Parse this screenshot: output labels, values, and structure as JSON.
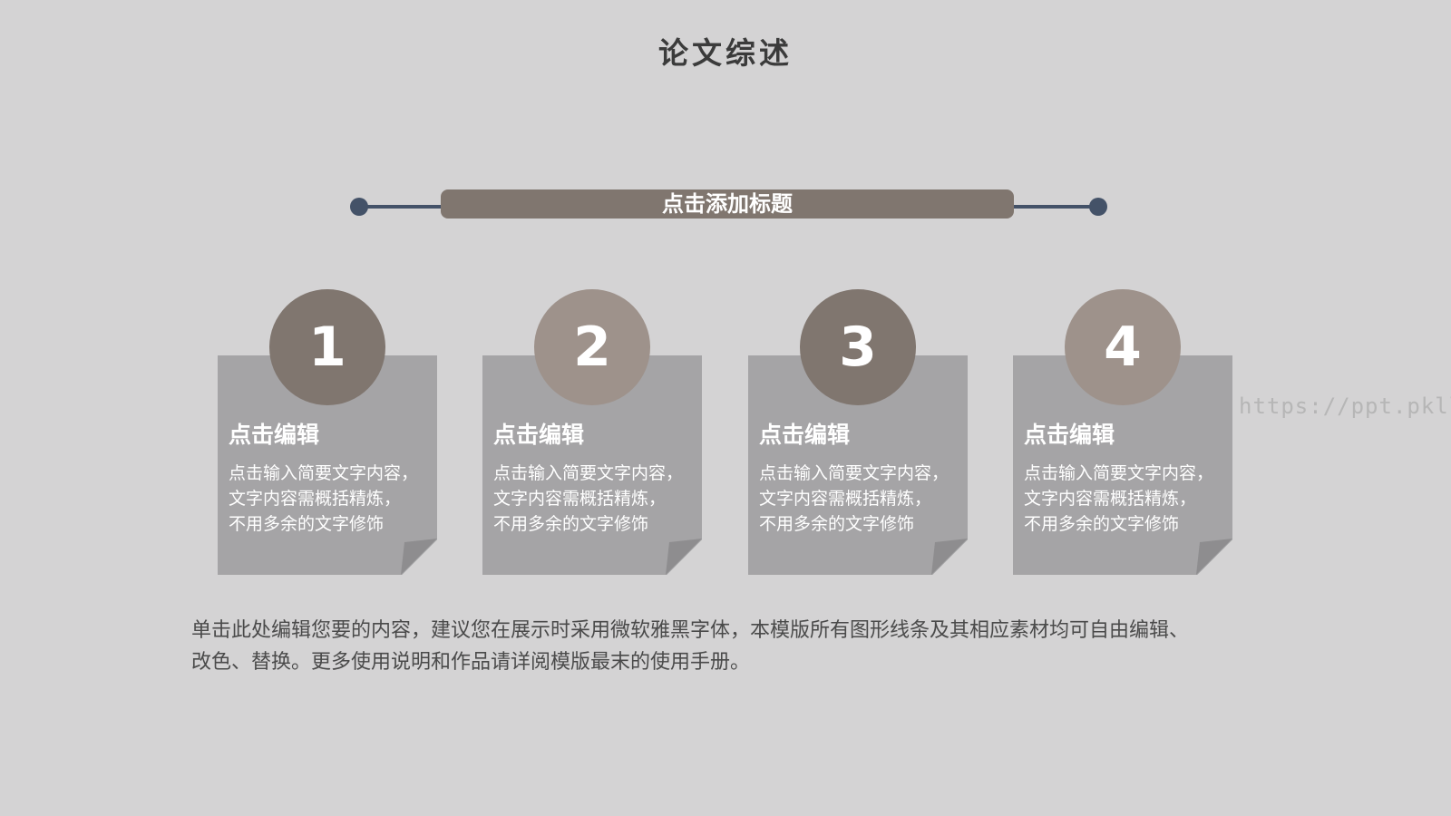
{
  "page": {
    "title": "论文综述",
    "banner": "点击添加标题",
    "footer_line1": "单击此处编辑您要的内容，建议您在展示时采用微软雅黑字体，本模版所有图形线条及其相应素材均可自由编辑、",
    "footer_line2": "改色、替换。更多使用说明和作品请详阅模版最末的使用手册。",
    "watermark": "https://ppt.pkll.de"
  },
  "cards": [
    {
      "number": "1",
      "title": "点击编辑",
      "line1": "点击输入简要文字内容，",
      "line2": "文字内容需概括精炼，",
      "line3": "不用多余的文字修饰",
      "circle_color": "#80766f"
    },
    {
      "number": "2",
      "title": "点击编辑",
      "line1": "点击输入简要文字内容，",
      "line2": "文字内容需概括精炼，",
      "line3": "不用多余的文字修饰",
      "circle_color": "#9e928b"
    },
    {
      "number": "3",
      "title": "点击编辑",
      "line1": "点击输入简要文字内容，",
      "line2": "文字内容需概括精炼，",
      "line3": "不用多余的文字修饰",
      "circle_color": "#80766f"
    },
    {
      "number": "4",
      "title": "点击编辑",
      "line1": "点击输入简要文字内容，",
      "line2": "文字内容需概括精炼，",
      "line3": "不用多余的文字修饰",
      "circle_color": "#9e928b"
    }
  ],
  "colors": {
    "background": "#d4d3d4",
    "banner": "#80766f",
    "accent_line": "#445268",
    "card": "#a5a4a6"
  }
}
